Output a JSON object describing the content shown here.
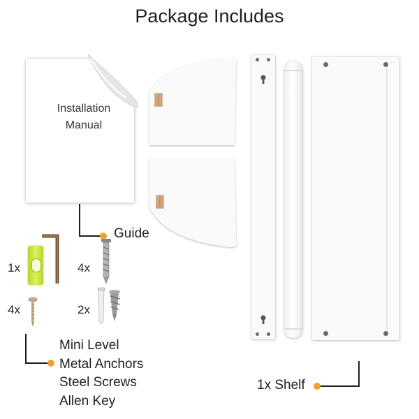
{
  "title": "Package Includes",
  "manual": {
    "line1": "Installation",
    "line2": "Manual"
  },
  "guide_label": "Guide",
  "quantities": {
    "level": "1x",
    "anchors": "4x",
    "screws": "4x",
    "wall_anchors": "2x"
  },
  "hardware_list": [
    "Mini Level",
    "Metal Anchors",
    "Steel Screws",
    "Allen Key"
  ],
  "shelf_label": "1x Shelf",
  "colors": {
    "accent": "#f0a030",
    "text": "#1e1e1e",
    "panel": "#fafafa",
    "level": "#c8e63c"
  }
}
